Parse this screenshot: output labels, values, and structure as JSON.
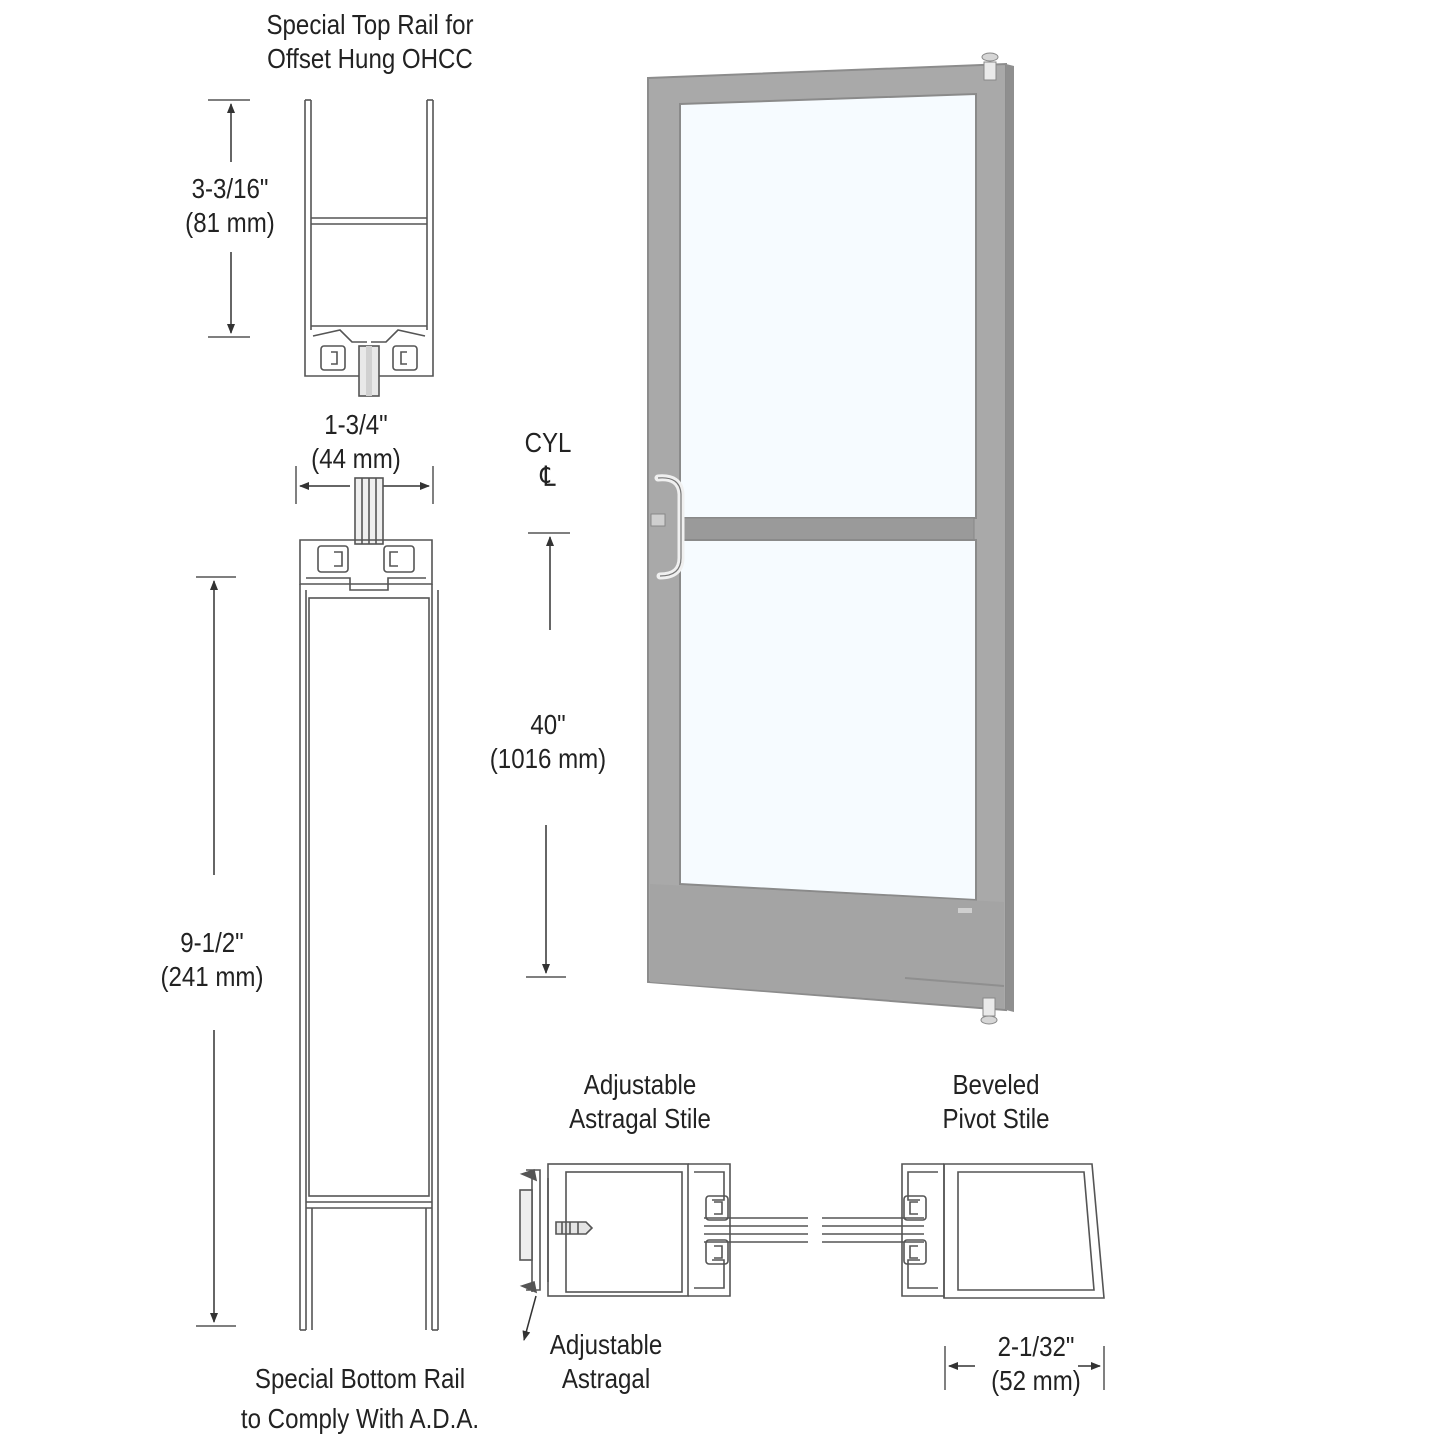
{
  "colors": {
    "frame": "#a8a8a8",
    "frame_edge": "#8c8c8c",
    "glass": "#f6fbff",
    "ink": "#222222",
    "line": "#555555"
  },
  "labels": {
    "top_rail_line1": "Special Top Rail for",
    "top_rail_line2": "Offset Hung OHCC",
    "top_rail_height_in": "3-3/16\"",
    "top_rail_height_mm": "(81 mm)",
    "stile_depth_in": "1-3/4\"",
    "stile_depth_mm": "(44 mm)",
    "cyl": "CYL",
    "cyl_center_symbol": "℄",
    "cyl_height_in": "40\"",
    "cyl_height_mm": "(1016 mm)",
    "bottom_rail_height_in": "9-1/2\"",
    "bottom_rail_height_mm": "(241 mm)",
    "bottom_rail_line1": "Special Bottom Rail",
    "bottom_rail_line2": "to Comply With A.D.A.",
    "astragal_stile_line1": "Adjustable",
    "astragal_stile_line2": "Astragal Stile",
    "pivot_stile_line1": "Beveled",
    "pivot_stile_line2": "Pivot Stile",
    "astragal_line1": "Adjustable",
    "astragal_line2": "Astragal",
    "pivot_width_in": "2-1/32\"",
    "pivot_width_mm": "(52 mm)"
  }
}
